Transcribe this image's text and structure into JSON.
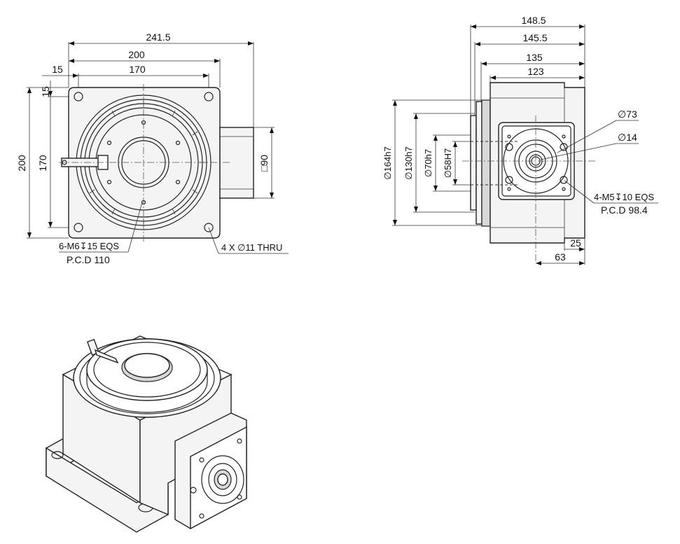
{
  "top_view": {
    "dim_overall": "241.5",
    "dim_body": "200",
    "dim_left_offset": "15",
    "dim_hole_pitch": "170",
    "dim_top_offset": "15",
    "dim_height": "200",
    "dim_hole_pitch_v": "170",
    "dim_motor_square": "□90",
    "note_tapped_line1": "6-M6↧15 EQS",
    "note_tapped_line2": "P.C.D 110",
    "note_thru": "4 X ∅11 THRU"
  },
  "side_view": {
    "dim_148_5": "148.5",
    "dim_145_5": "145.5",
    "dim_135": "135",
    "dim_123": "123",
    "dia_164": "∅164h7",
    "dia_130": "∅130h7",
    "dia_70": "∅70h7",
    "dia_58": "∅58H7",
    "dia_73": "∅73",
    "dia_14": "∅14",
    "note_tapped_line1": "4-M5↧10 EQS",
    "note_tapped_line2": "P.C.D 98.4",
    "dim_25": "25",
    "dim_63": "63"
  }
}
